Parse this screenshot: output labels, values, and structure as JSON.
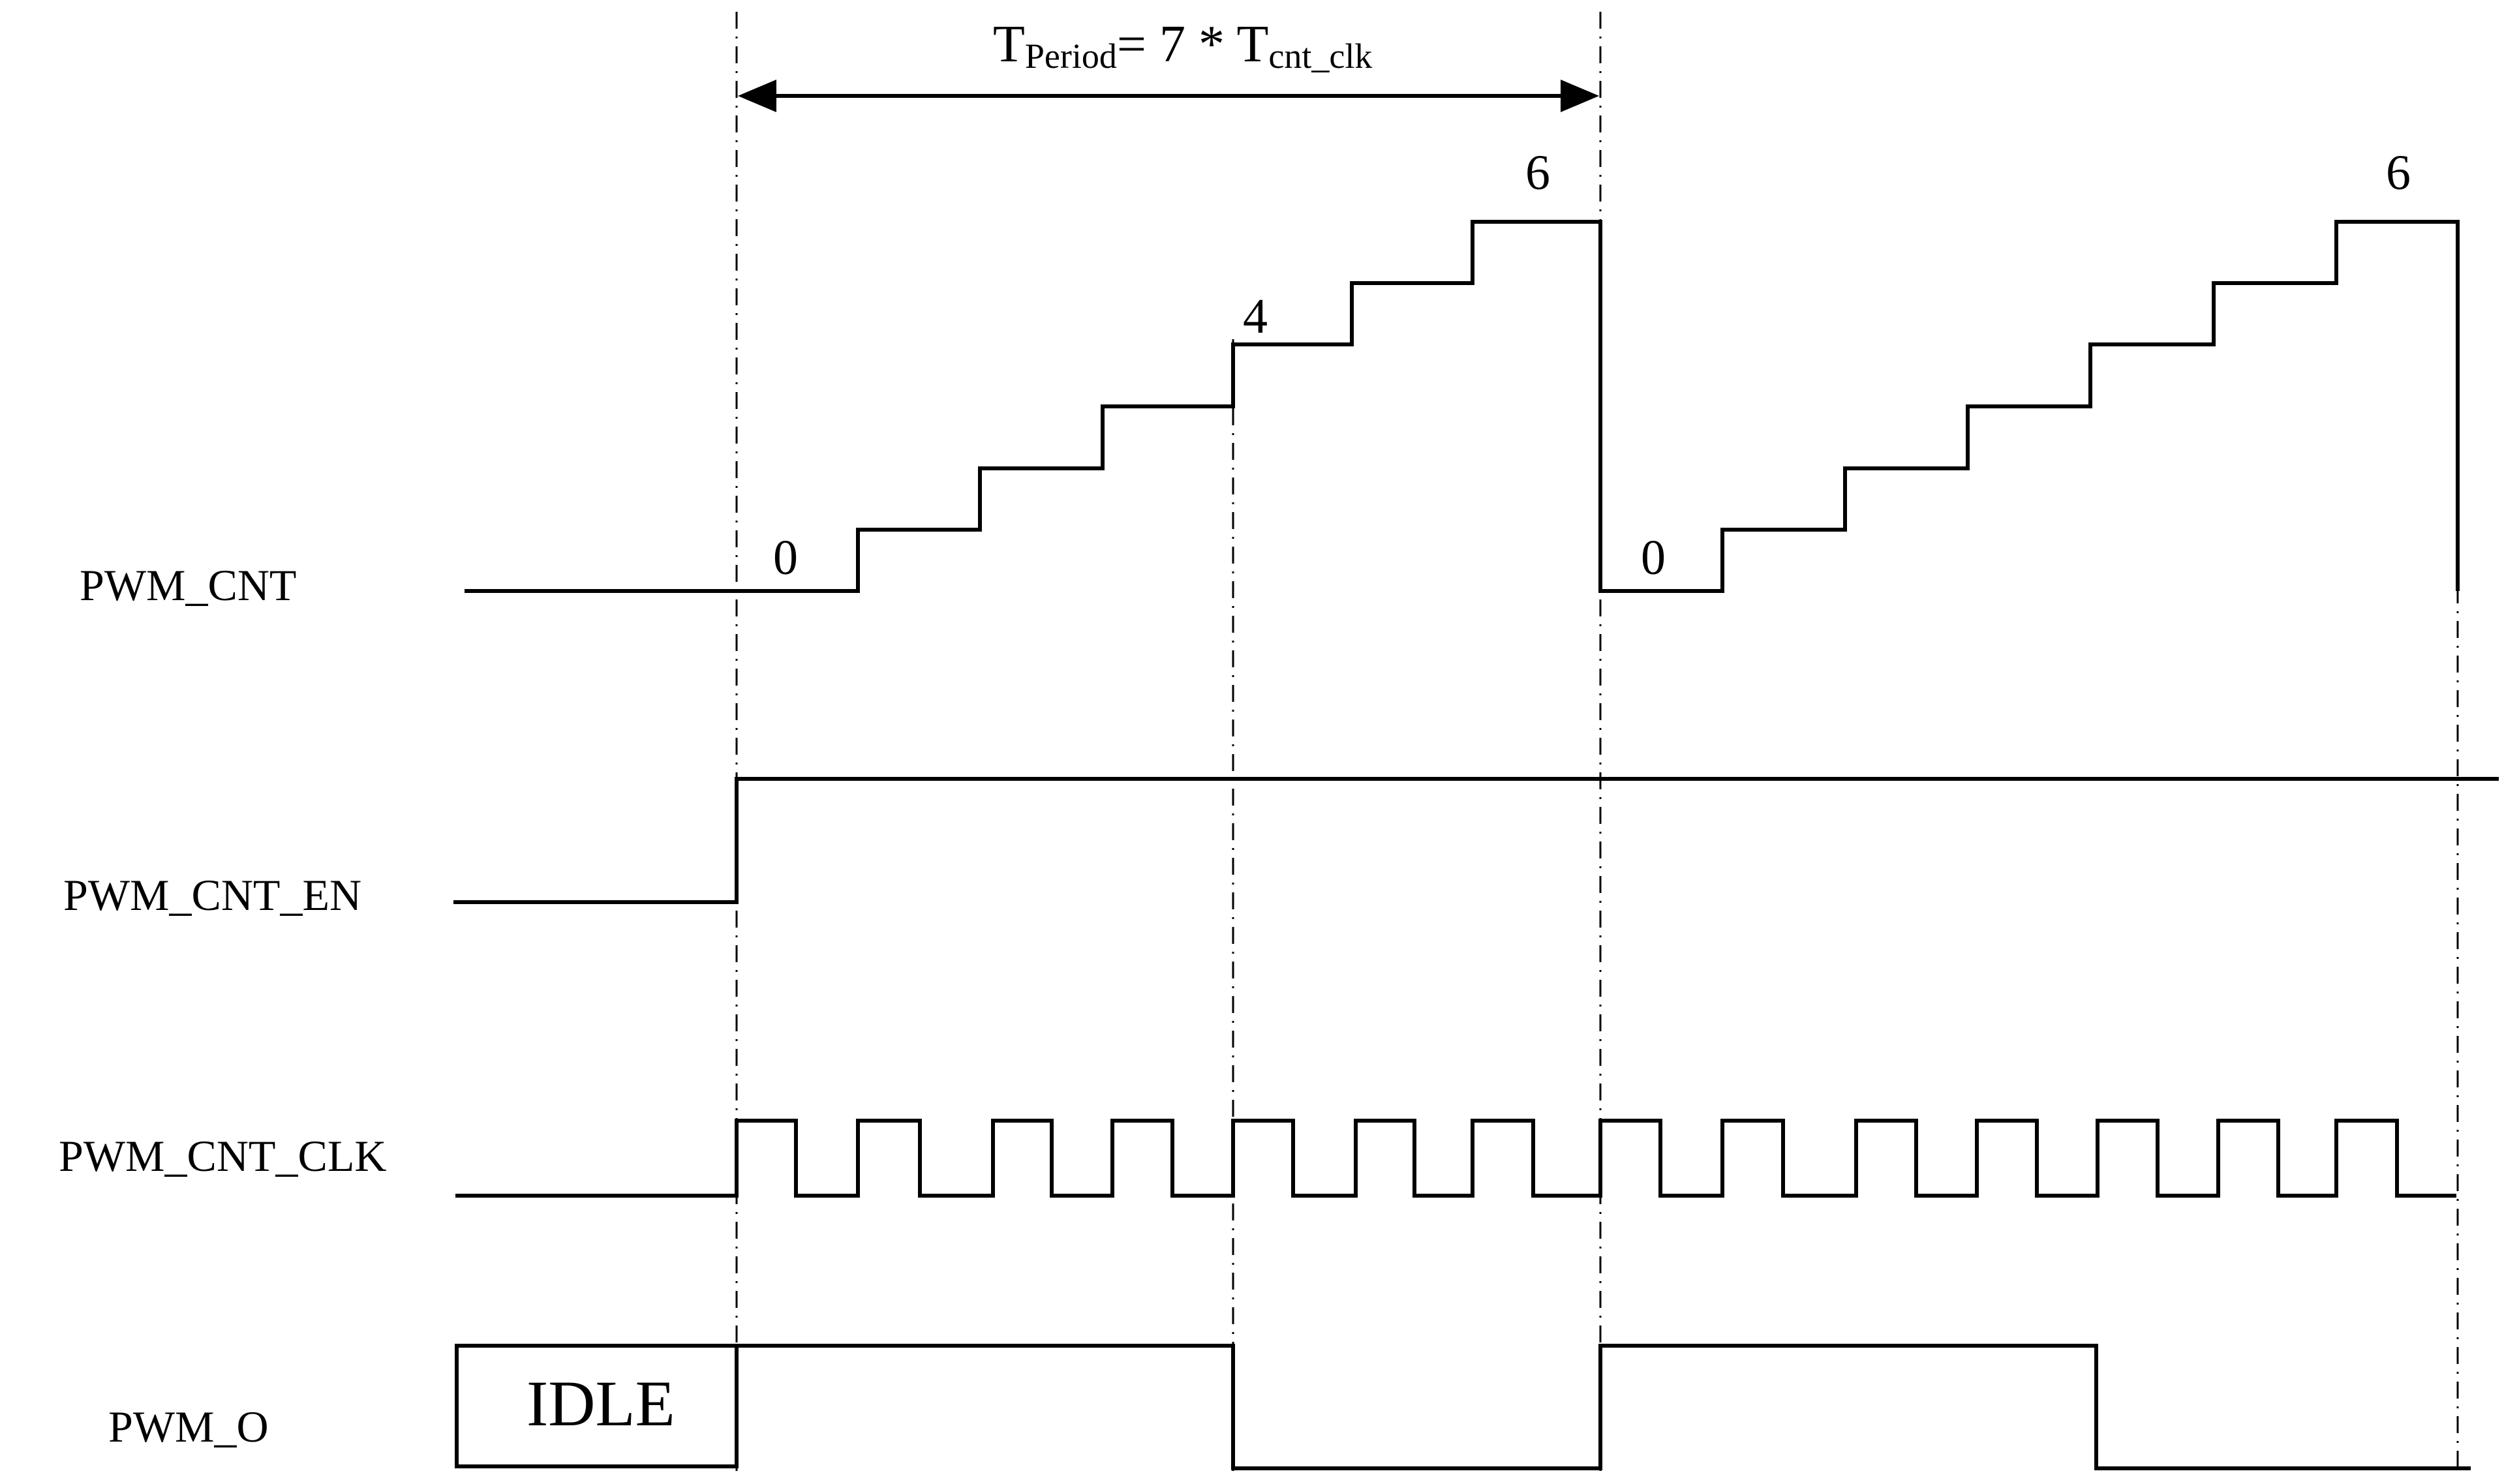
{
  "signals": {
    "pwm_cnt": "PWM_CNT",
    "pwm_cnt_en": "PWM_CNT_EN",
    "pwm_cnt_clk": "PWM_CNT_CLK",
    "pwm_o": "PWM_O"
  },
  "period": {
    "t_main": "T",
    "t_sub": "Period",
    "eq": "= 7 * ",
    "clk_main": "T",
    "clk_sub": "cnt_clk"
  },
  "counter_labels": {
    "zero_1": "0",
    "four": "4",
    "six_1": "6",
    "zero_2": "0",
    "six_2": "6"
  },
  "idle_label": "IDLE",
  "counter_period_steps": 7,
  "compare_value": 4
}
